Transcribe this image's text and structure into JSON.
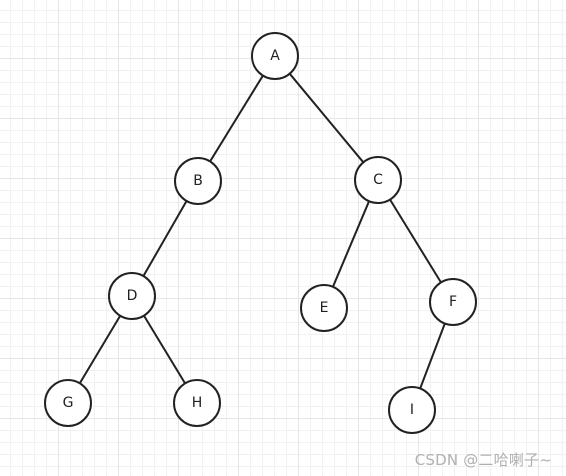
{
  "diagram": {
    "nodes": [
      {
        "id": "A",
        "label": "A"
      },
      {
        "id": "B",
        "label": "B"
      },
      {
        "id": "C",
        "label": "C"
      },
      {
        "id": "D",
        "label": "D"
      },
      {
        "id": "E",
        "label": "E"
      },
      {
        "id": "F",
        "label": "F"
      },
      {
        "id": "G",
        "label": "G"
      },
      {
        "id": "H",
        "label": "H"
      },
      {
        "id": "I",
        "label": "I"
      }
    ],
    "edges": [
      {
        "from": "A",
        "to": "B"
      },
      {
        "from": "A",
        "to": "C"
      },
      {
        "from": "B",
        "to": "D"
      },
      {
        "from": "C",
        "to": "E"
      },
      {
        "from": "C",
        "to": "F"
      },
      {
        "from": "D",
        "to": "G"
      },
      {
        "from": "D",
        "to": "H"
      },
      {
        "from": "F",
        "to": "I"
      }
    ],
    "colors": {
      "stroke": "#222222",
      "node_fill": "#ffffff",
      "grid": "#e6e6e6"
    }
  },
  "watermark": {
    "text": "CSDN @二哈喇子~"
  }
}
